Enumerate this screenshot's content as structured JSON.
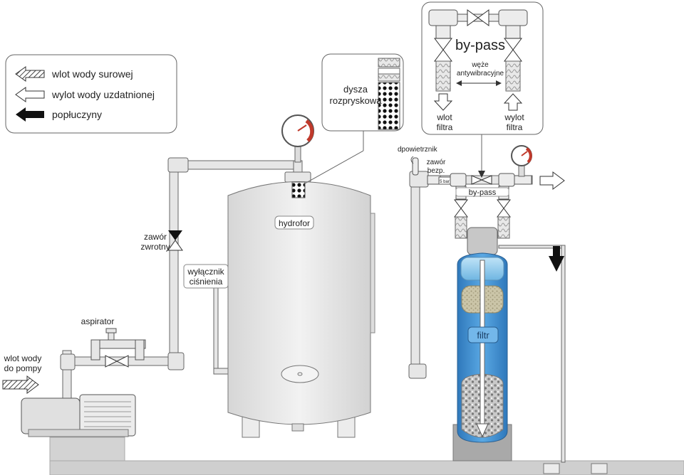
{
  "legend": {
    "items": [
      {
        "label": "wlot wody surowej",
        "style": "hatched"
      },
      {
        "label": "wylot wody uzdatnionej",
        "style": "outline"
      },
      {
        "label": "popłuczyny",
        "style": "solid"
      }
    ]
  },
  "nozzle_callout": {
    "line1": "dysza",
    "line2": "rozpryskowa"
  },
  "bypass_callout": {
    "title": "by-pass",
    "hoses_line1": "węże",
    "hoses_line2": "antywibracyjne",
    "inlet_line1": "wlot",
    "inlet_line2": "filtra",
    "outlet_line1": "wylot",
    "outlet_line2": "filtra"
  },
  "labels": {
    "hydrofor": "hydrofor",
    "check_valve_line1": "zawór",
    "check_valve_line2": "zwrotny",
    "pressure_switch_line1": "wyłącznik",
    "pressure_switch_line2": "ciśnienia",
    "aspirator": "aspirator",
    "pump_inlet_line1": "wlot wody",
    "pump_inlet_line2": "do pompy",
    "air_vent": "dpowietrznik",
    "safety_valve_line1": "zawór",
    "safety_valve_line2": "bezp.",
    "safety_valve_rating": "5 bar",
    "bypass": "by-pass",
    "filter": "filtr"
  },
  "colors": {
    "pipe": "#e6e6e6",
    "outline": "#555555",
    "filter_blue": "#3f8fd2",
    "filter_label_bg": "#73b7ea",
    "floor": "#cfcfcf",
    "gauge_red": "#c0392b"
  },
  "icons": [
    "pressure-gauge-icon",
    "check-valve-icon",
    "gate-valve-icon",
    "pump-motor-icon"
  ]
}
